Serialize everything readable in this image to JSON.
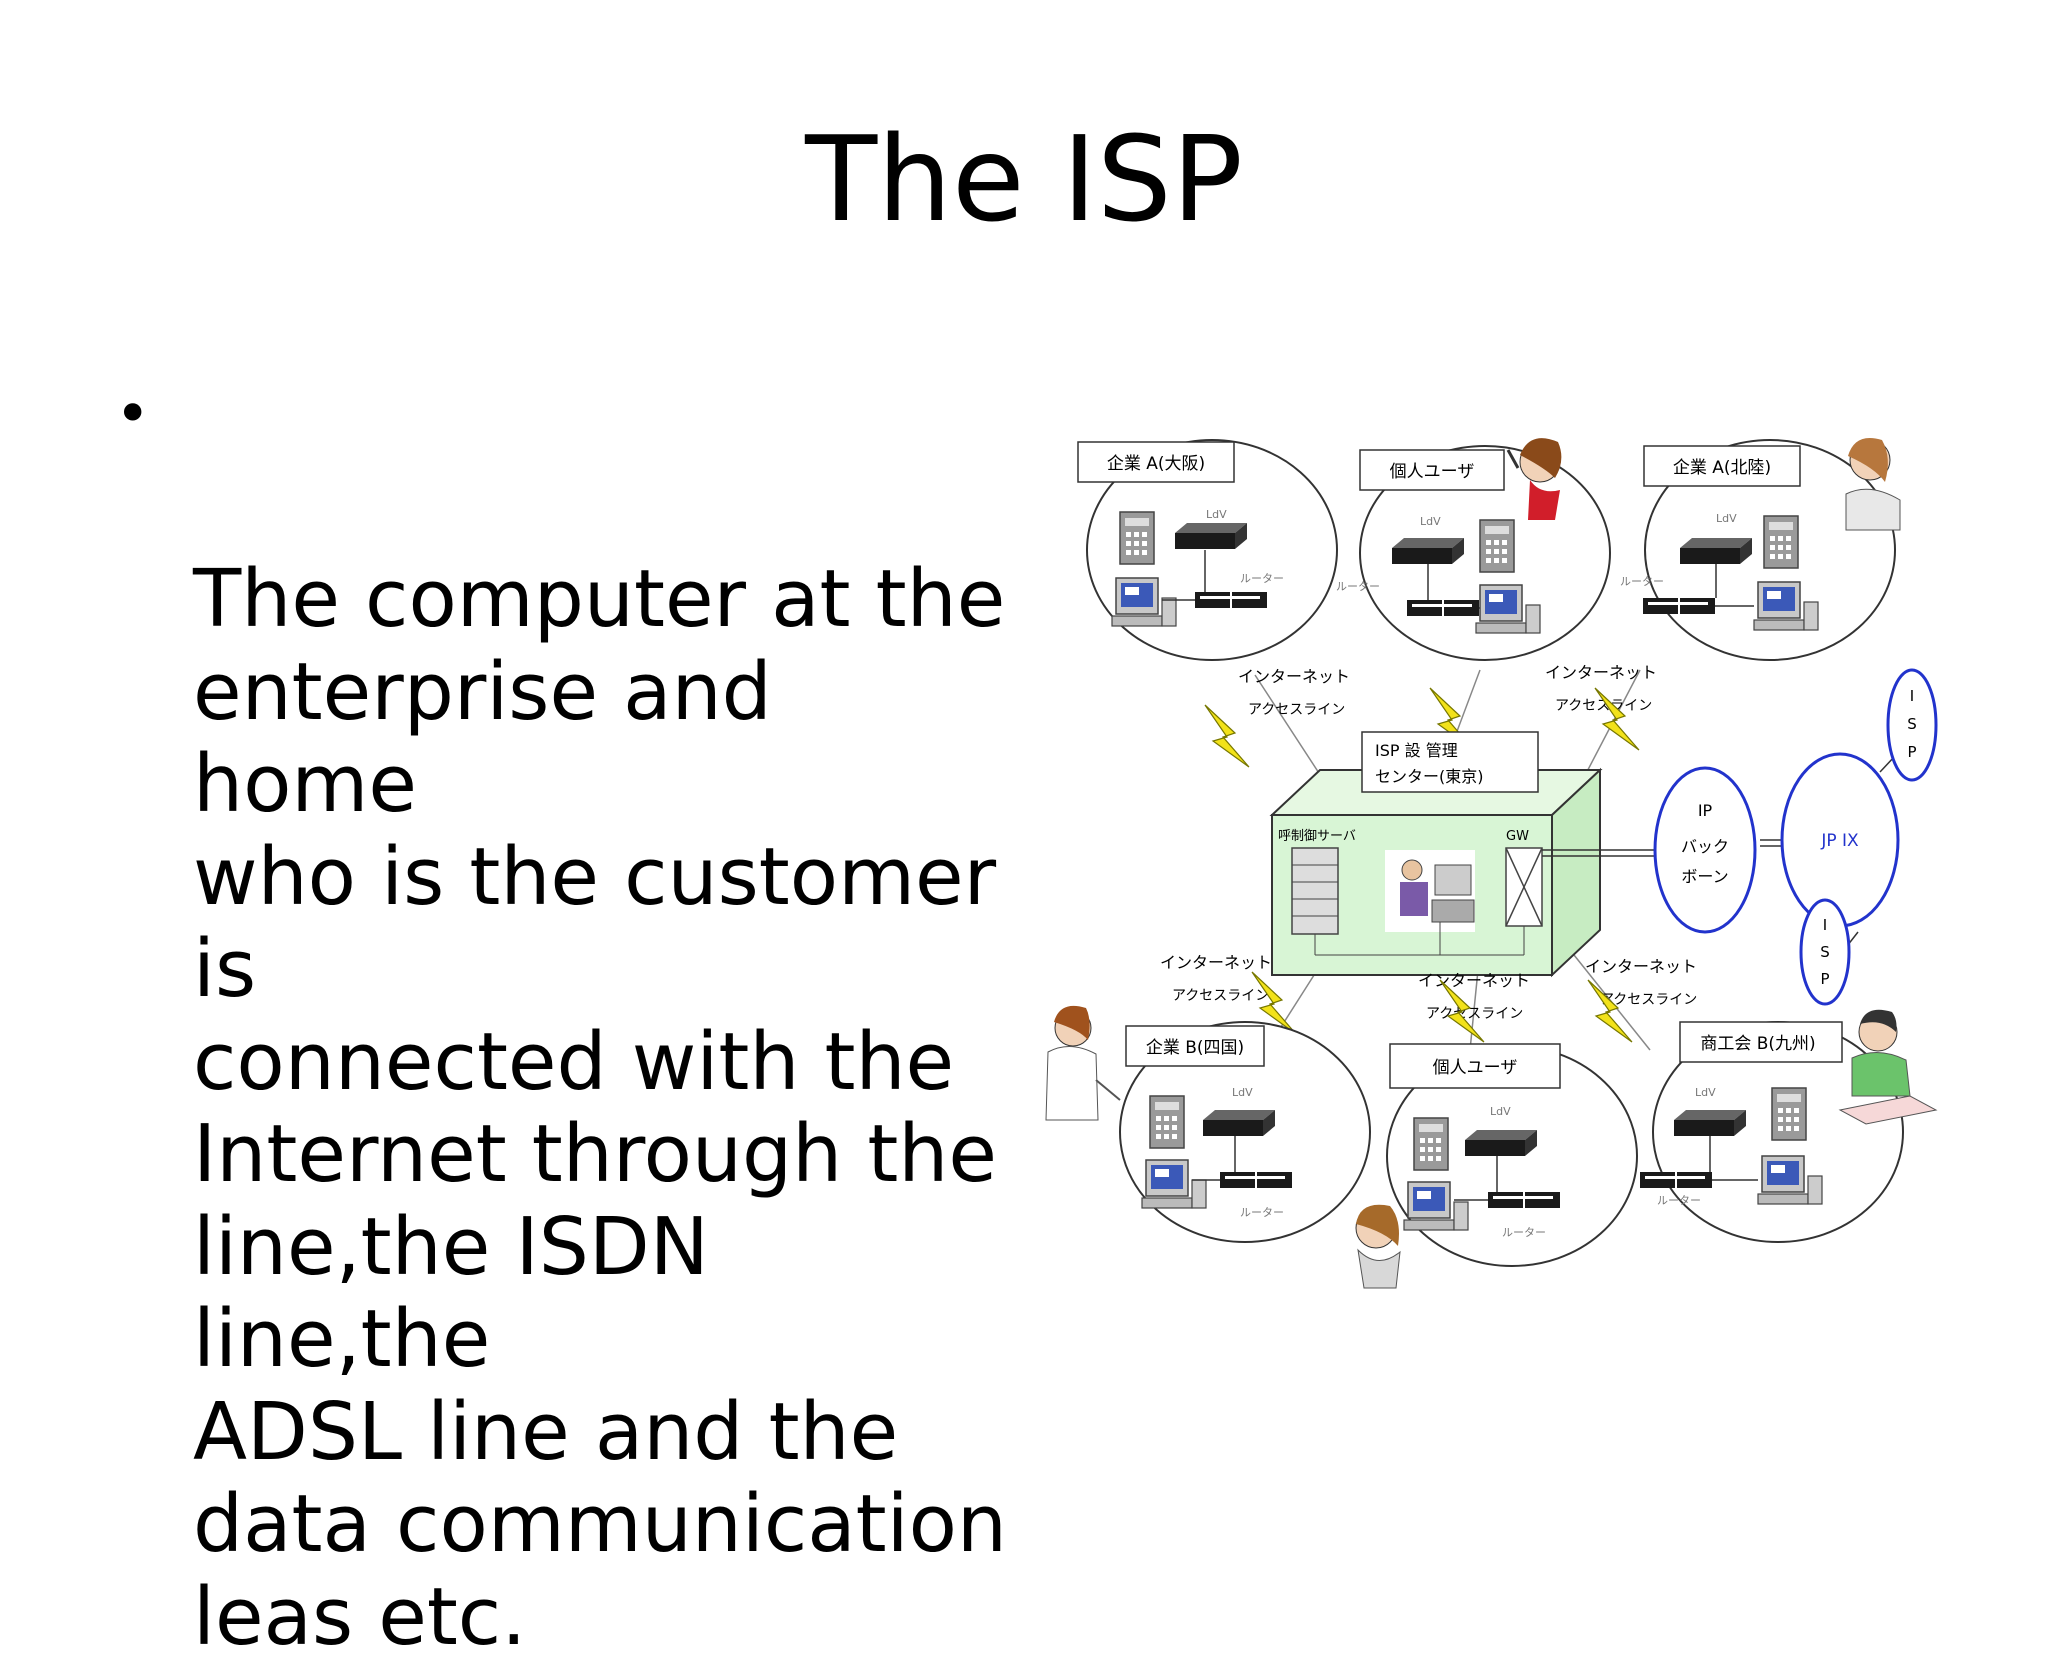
{
  "title": "The ISP",
  "bullets": [
    "The computer at the\nenterprise and home\nwho is the customer is\nconnected with the\nInternet through the\nline,the ISDN line,the\nADSL line and the\ndata communication\nleas etc."
  ],
  "diagram": {
    "nodes": [
      {
        "label": "企業 A(大阪)",
        "tdm": "LdV",
        "router": "ルーター"
      },
      {
        "label": "個人ユーザ",
        "tdm": "LdV",
        "router": "ルーター"
      },
      {
        "label": "企業 A(北陸)",
        "tdm": "LdV",
        "router": "ルーター"
      },
      {
        "label": "企業 B(四国)",
        "tdm": "LdV",
        "router": "ルーター"
      },
      {
        "label": "個人ユーザ",
        "tdm": "LdV",
        "router": "ルーター"
      },
      {
        "label": "商工会 B(九州)",
        "tdm": "LdV",
        "router": "ルーター"
      }
    ],
    "access_lines": [
      {
        "l1": "インターネット",
        "l2": "アクセスライン"
      },
      {
        "l1": "インターネット",
        "l2": "アクセスライン"
      },
      {
        "l1": "インターネット",
        "l2": "アクセスライン"
      },
      {
        "l1": "インターネット",
        "l2": "アクセスライン"
      },
      {
        "l1": "インターネット",
        "l2": "アクセスライン"
      }
    ],
    "center": {
      "label_l1": "ISP 設 管理",
      "label_l2": "センター(東京)",
      "server_label": "呼制御サーバ",
      "gw_label": "GW"
    },
    "backbone": {
      "l1": "IP",
      "l2": "バック",
      "l3": "ボーン"
    },
    "jpix": "JP IX",
    "isp_vertical": "ISP",
    "colors": {
      "box_fill": "#d8f5d5",
      "blue": "#2233cc",
      "bolt": "#f2e21a",
      "bolt_stroke": "#777700"
    }
  }
}
